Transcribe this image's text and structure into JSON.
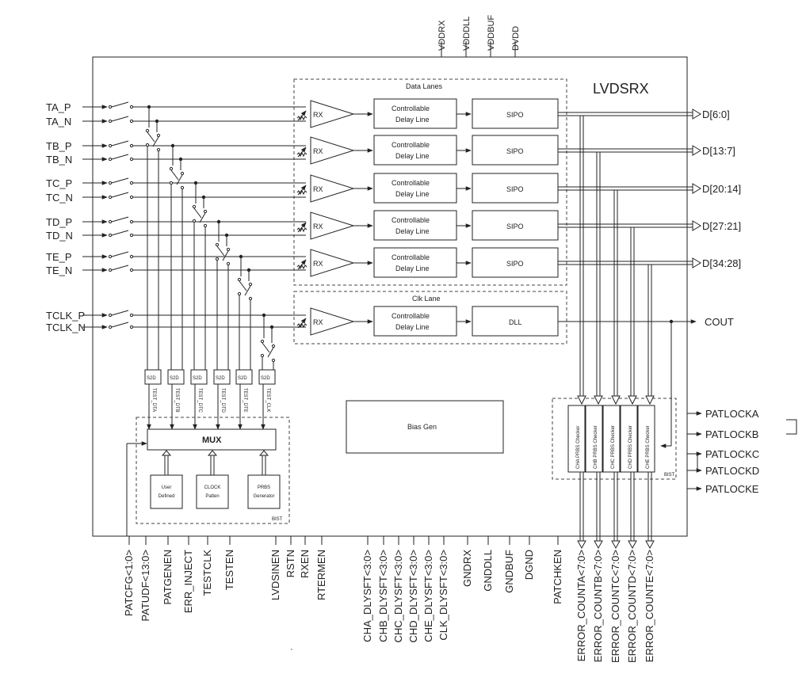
{
  "block_name": "LVDSRX",
  "supplies_top": [
    "VDDRX",
    "VDDDLL",
    "VDDBUF",
    "DVDD"
  ],
  "data_lanes_label": "Data Lanes",
  "clk_lane_label": "Clk Lane",
  "rx_label": "RX",
  "delay_line_line1": "Controllable",
  "delay_line_line2": "Delay Line",
  "sipo_label": "SIPO",
  "dll_label": "DLL",
  "left_inputs": [
    {
      "p": "TA_P",
      "n": "TA_N"
    },
    {
      "p": "TB_P",
      "n": "TB_N"
    },
    {
      "p": "TC_P",
      "n": "TC_N"
    },
    {
      "p": "TD_P",
      "n": "TD_N"
    },
    {
      "p": "TE_P",
      "n": "TE_N"
    },
    {
      "p": "TCLK_P",
      "n": "TCLK_N"
    }
  ],
  "right_outputs": [
    "D[6:0]",
    "D[13:7]",
    "D[20:14]",
    "D[27:21]",
    "D[34:28]"
  ],
  "clock_output": "COUT",
  "s2d_label": "S2D",
  "test_nets": [
    "TEST_DTA",
    "TEST_DTB",
    "TEST_DTC",
    "TEST_DTD",
    "TEST_DTE",
    "TEST_CLK"
  ],
  "mux_label": "MUX",
  "bist_label": "BIST",
  "pattern_sources": [
    {
      "line1": "User",
      "line2": "Defined"
    },
    {
      "line1": "CLOCK",
      "line2": "Patten"
    },
    {
      "line1": "PRBS",
      "line2": "Generator"
    }
  ],
  "bias_gen_label": "Bias Gen",
  "prbs_checkers": [
    "CHA PRBS Checker",
    "CHB PRBS Checker",
    "CHC PRBS Checker",
    "CHD PRBS Checker",
    "CHE PRBS Checker"
  ],
  "patlock_outputs": [
    "PATLOCKA",
    "PATLOCKB",
    "PATLOCKC",
    "PATLOCKD",
    "PATLOCKE"
  ],
  "bottom_pins": [
    "PATCFG<1:0>",
    "PATUDF<13:0>",
    "PATGENEN",
    "ERR_INJECT",
    "TESTCLK",
    "TESTEN",
    "LVDSINEN",
    "RSTN",
    "RXEN",
    "RTERMEN",
    "CHA_DLYSFT<3:0>",
    "CHB_DLYSFT<3:0>",
    "CHC_DLYSFT<3:0>",
    "CHD_DLYSFT<3:0>",
    "CHE_DLYSFT<3:0>",
    "CLK_DLYSFT<3:0>",
    "GNDRX",
    "GNDDLL",
    "GNDBUF",
    "DGND",
    "PATCHKEN",
    "ERROR_COUNTA<7:0>",
    "ERROR_COUNTB<7:0>",
    "ERROR_COUNTC<7:0>",
    "ERROR_COUNTD<7:0>",
    "ERROR_COUNTE<7:0>"
  ]
}
